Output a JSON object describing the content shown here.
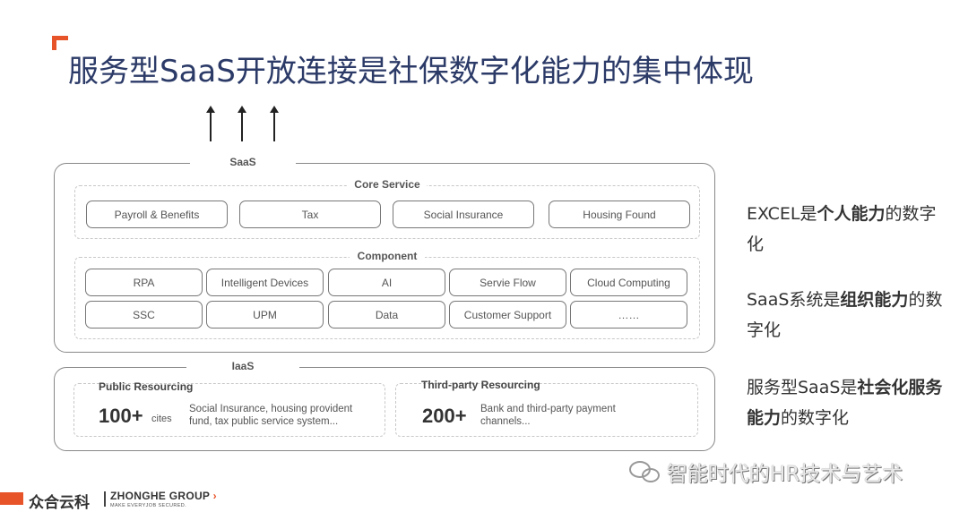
{
  "title": "服务型SaaS开放连接是社保数字化能力的集中体现",
  "saas": {
    "label": "SaaS",
    "core_service": {
      "label": "Core Service",
      "items": [
        "Payroll & Benefits",
        "Tax",
        "Social Insurance",
        "Housing Found"
      ]
    },
    "component": {
      "label": "Component",
      "row1": [
        "RPA",
        "Intelligent Devices",
        "AI",
        "Servie Flow",
        "Cloud Computing"
      ],
      "row2": [
        "SSC",
        "UPM",
        "Data",
        "Customer Support",
        "……"
      ]
    }
  },
  "iaas": {
    "label": "IaaS",
    "public": {
      "title": "Public Resourcing",
      "number": "100+",
      "unit": "cites",
      "desc": "Social Insurance, housing provident fund, tax public service system..."
    },
    "third_party": {
      "title": "Third-party Resourcing",
      "number": "200+",
      "desc": "Bank and third-party payment channels..."
    }
  },
  "side": {
    "s1_a": "EXCEL是",
    "s1_b": "个人能力",
    "s1_c": "的数字化",
    "s2_a": "SaaS系统是",
    "s2_b": "组织能力",
    "s2_c": "的数字化",
    "s3_a": "服务型SaaS是",
    "s3_b": "社会化服务能力",
    "s3_c": "的数字化"
  },
  "watermark": "智能时代的HR技术与艺术",
  "logo": {
    "cn": "众合云科",
    "en": "ZHONGHE GROUP",
    "arrow": "›",
    "slogan": "MAKE EVERYJOB SECURED."
  },
  "colors": {
    "accent": "#e8542a",
    "title": "#2b3a67"
  }
}
